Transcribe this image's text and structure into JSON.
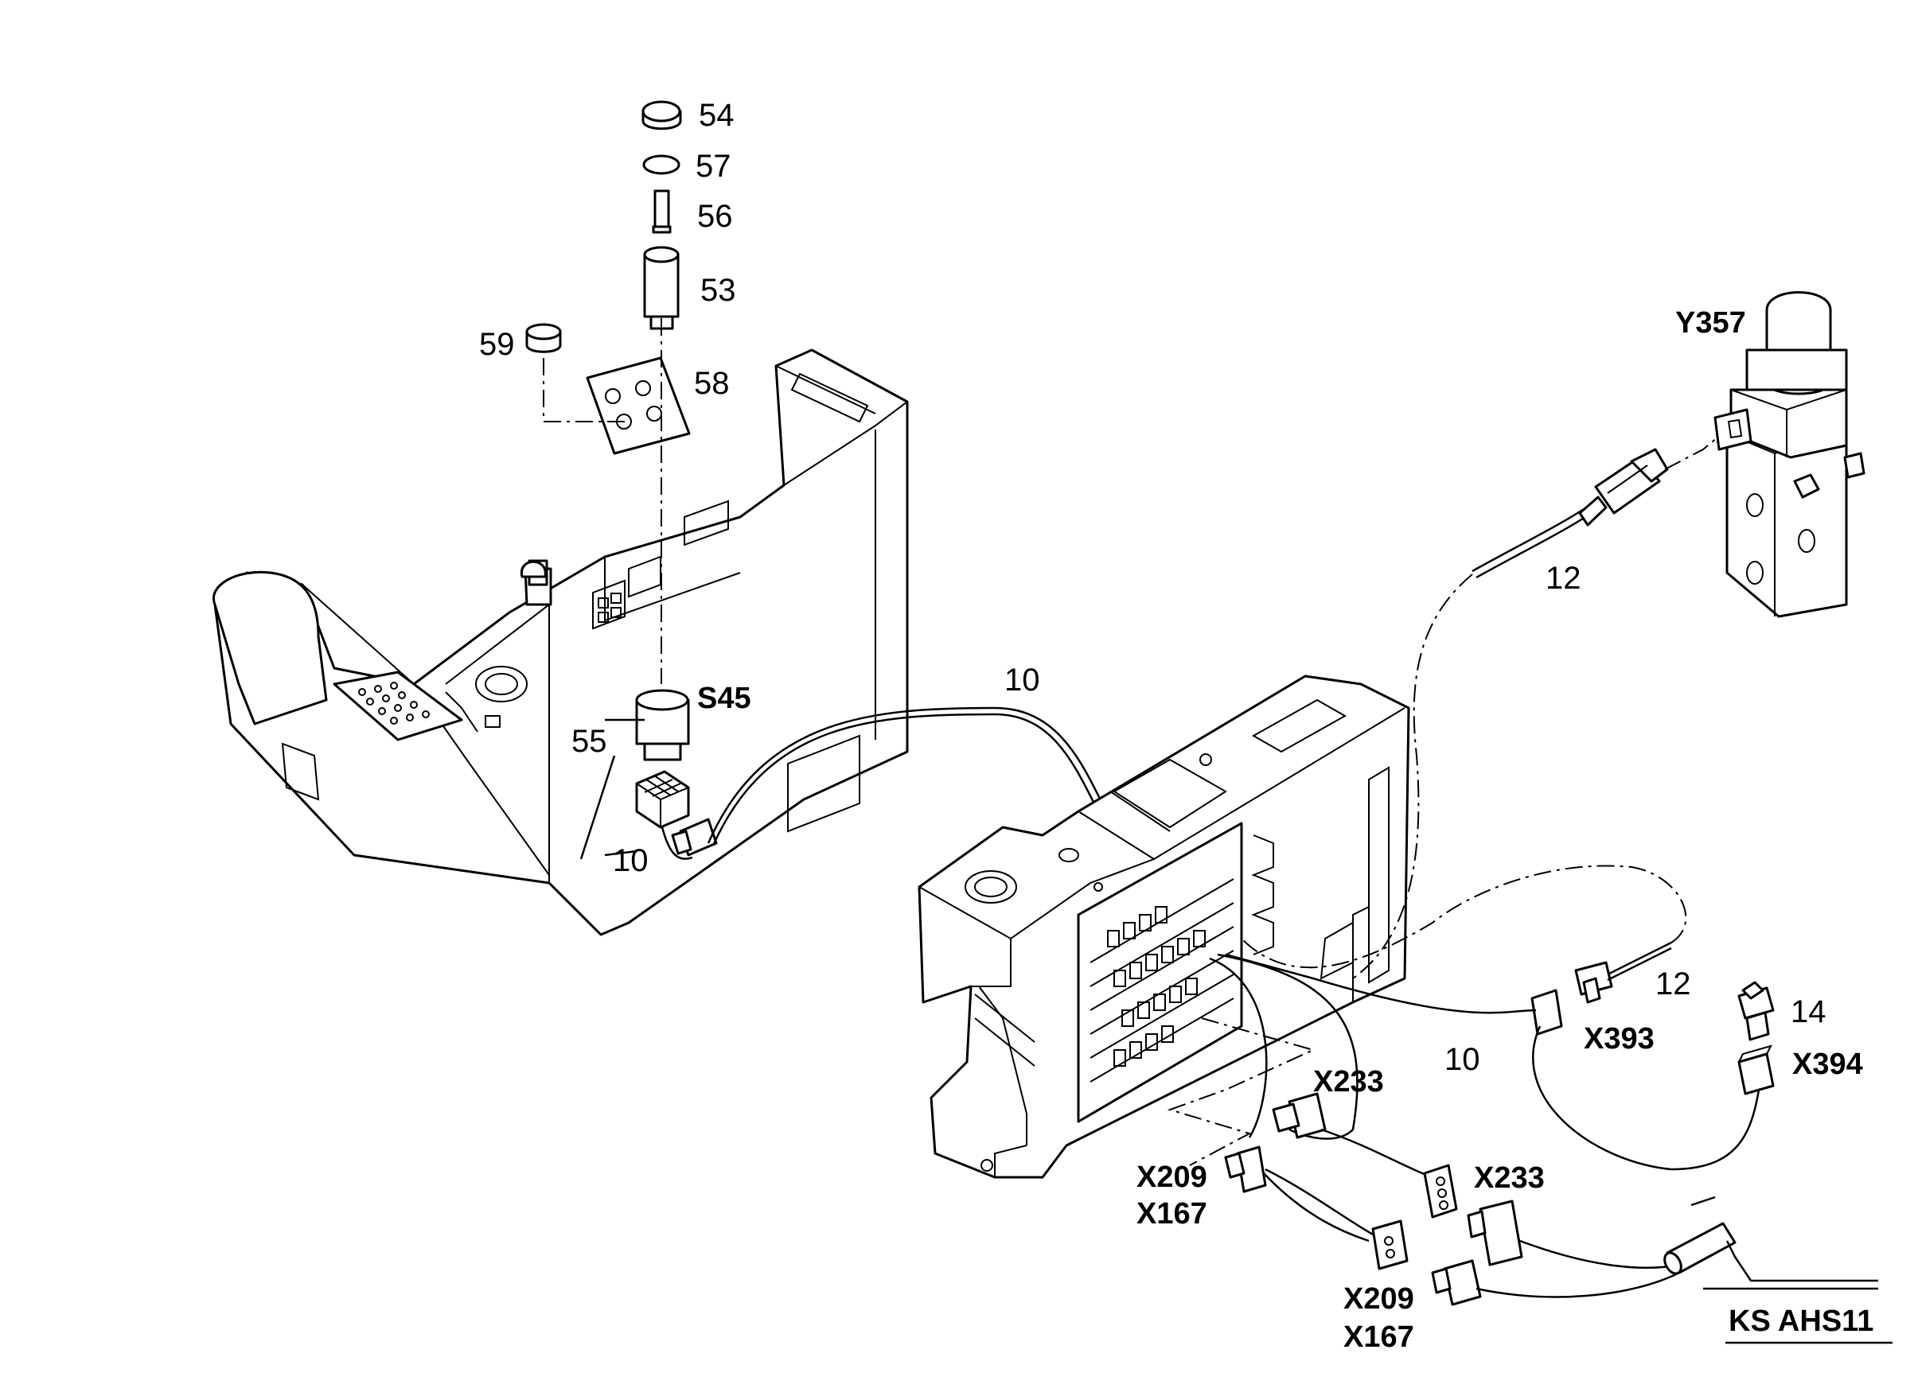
{
  "labels": {
    "p54": "54",
    "p57": "57",
    "p56": "56",
    "p53": "53",
    "p59": "59",
    "p58": "58",
    "s45": "S45",
    "p55": "55",
    "p10a": "10",
    "p10b": "10",
    "p10c": "10",
    "p12a": "12",
    "p12b": "12",
    "p14": "14",
    "y357": "Y357",
    "x393": "X393",
    "x394": "X394",
    "x233a": "X233",
    "x233b": "X233",
    "x209a": "X209",
    "x167a": "X167",
    "x209b": "X209",
    "x167b": "X167",
    "ks": "KS AHS11"
  }
}
